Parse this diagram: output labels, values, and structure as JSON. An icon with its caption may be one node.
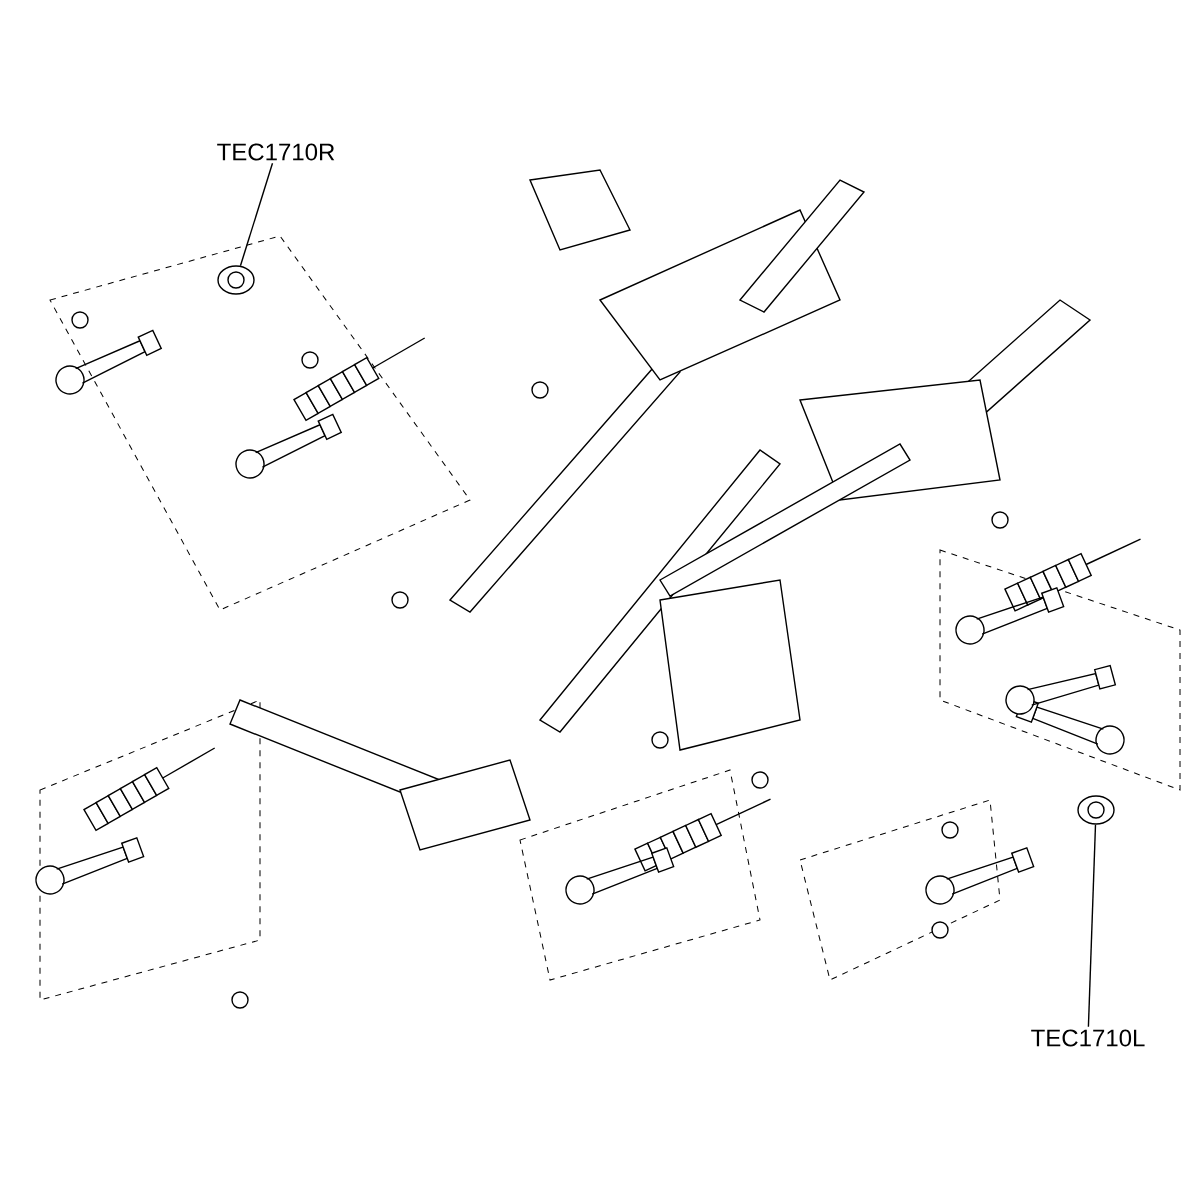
{
  "diagram": {
    "nodes": [
      {
        "text": [
          "TEC1710R"
        ]
      },
      {
        "text": [],
        "shape": "picture"
      },
      {
        "text": [
          "TEC1710L"
        ]
      },
      {
        "text": [],
        "shape": "picture"
      }
    ],
    "edges": [
      {
        "from": 0,
        "to": 1,
        "arrow": "none"
      },
      {
        "from": 2,
        "to": 3,
        "arrow": "none"
      }
    ]
  }
}
